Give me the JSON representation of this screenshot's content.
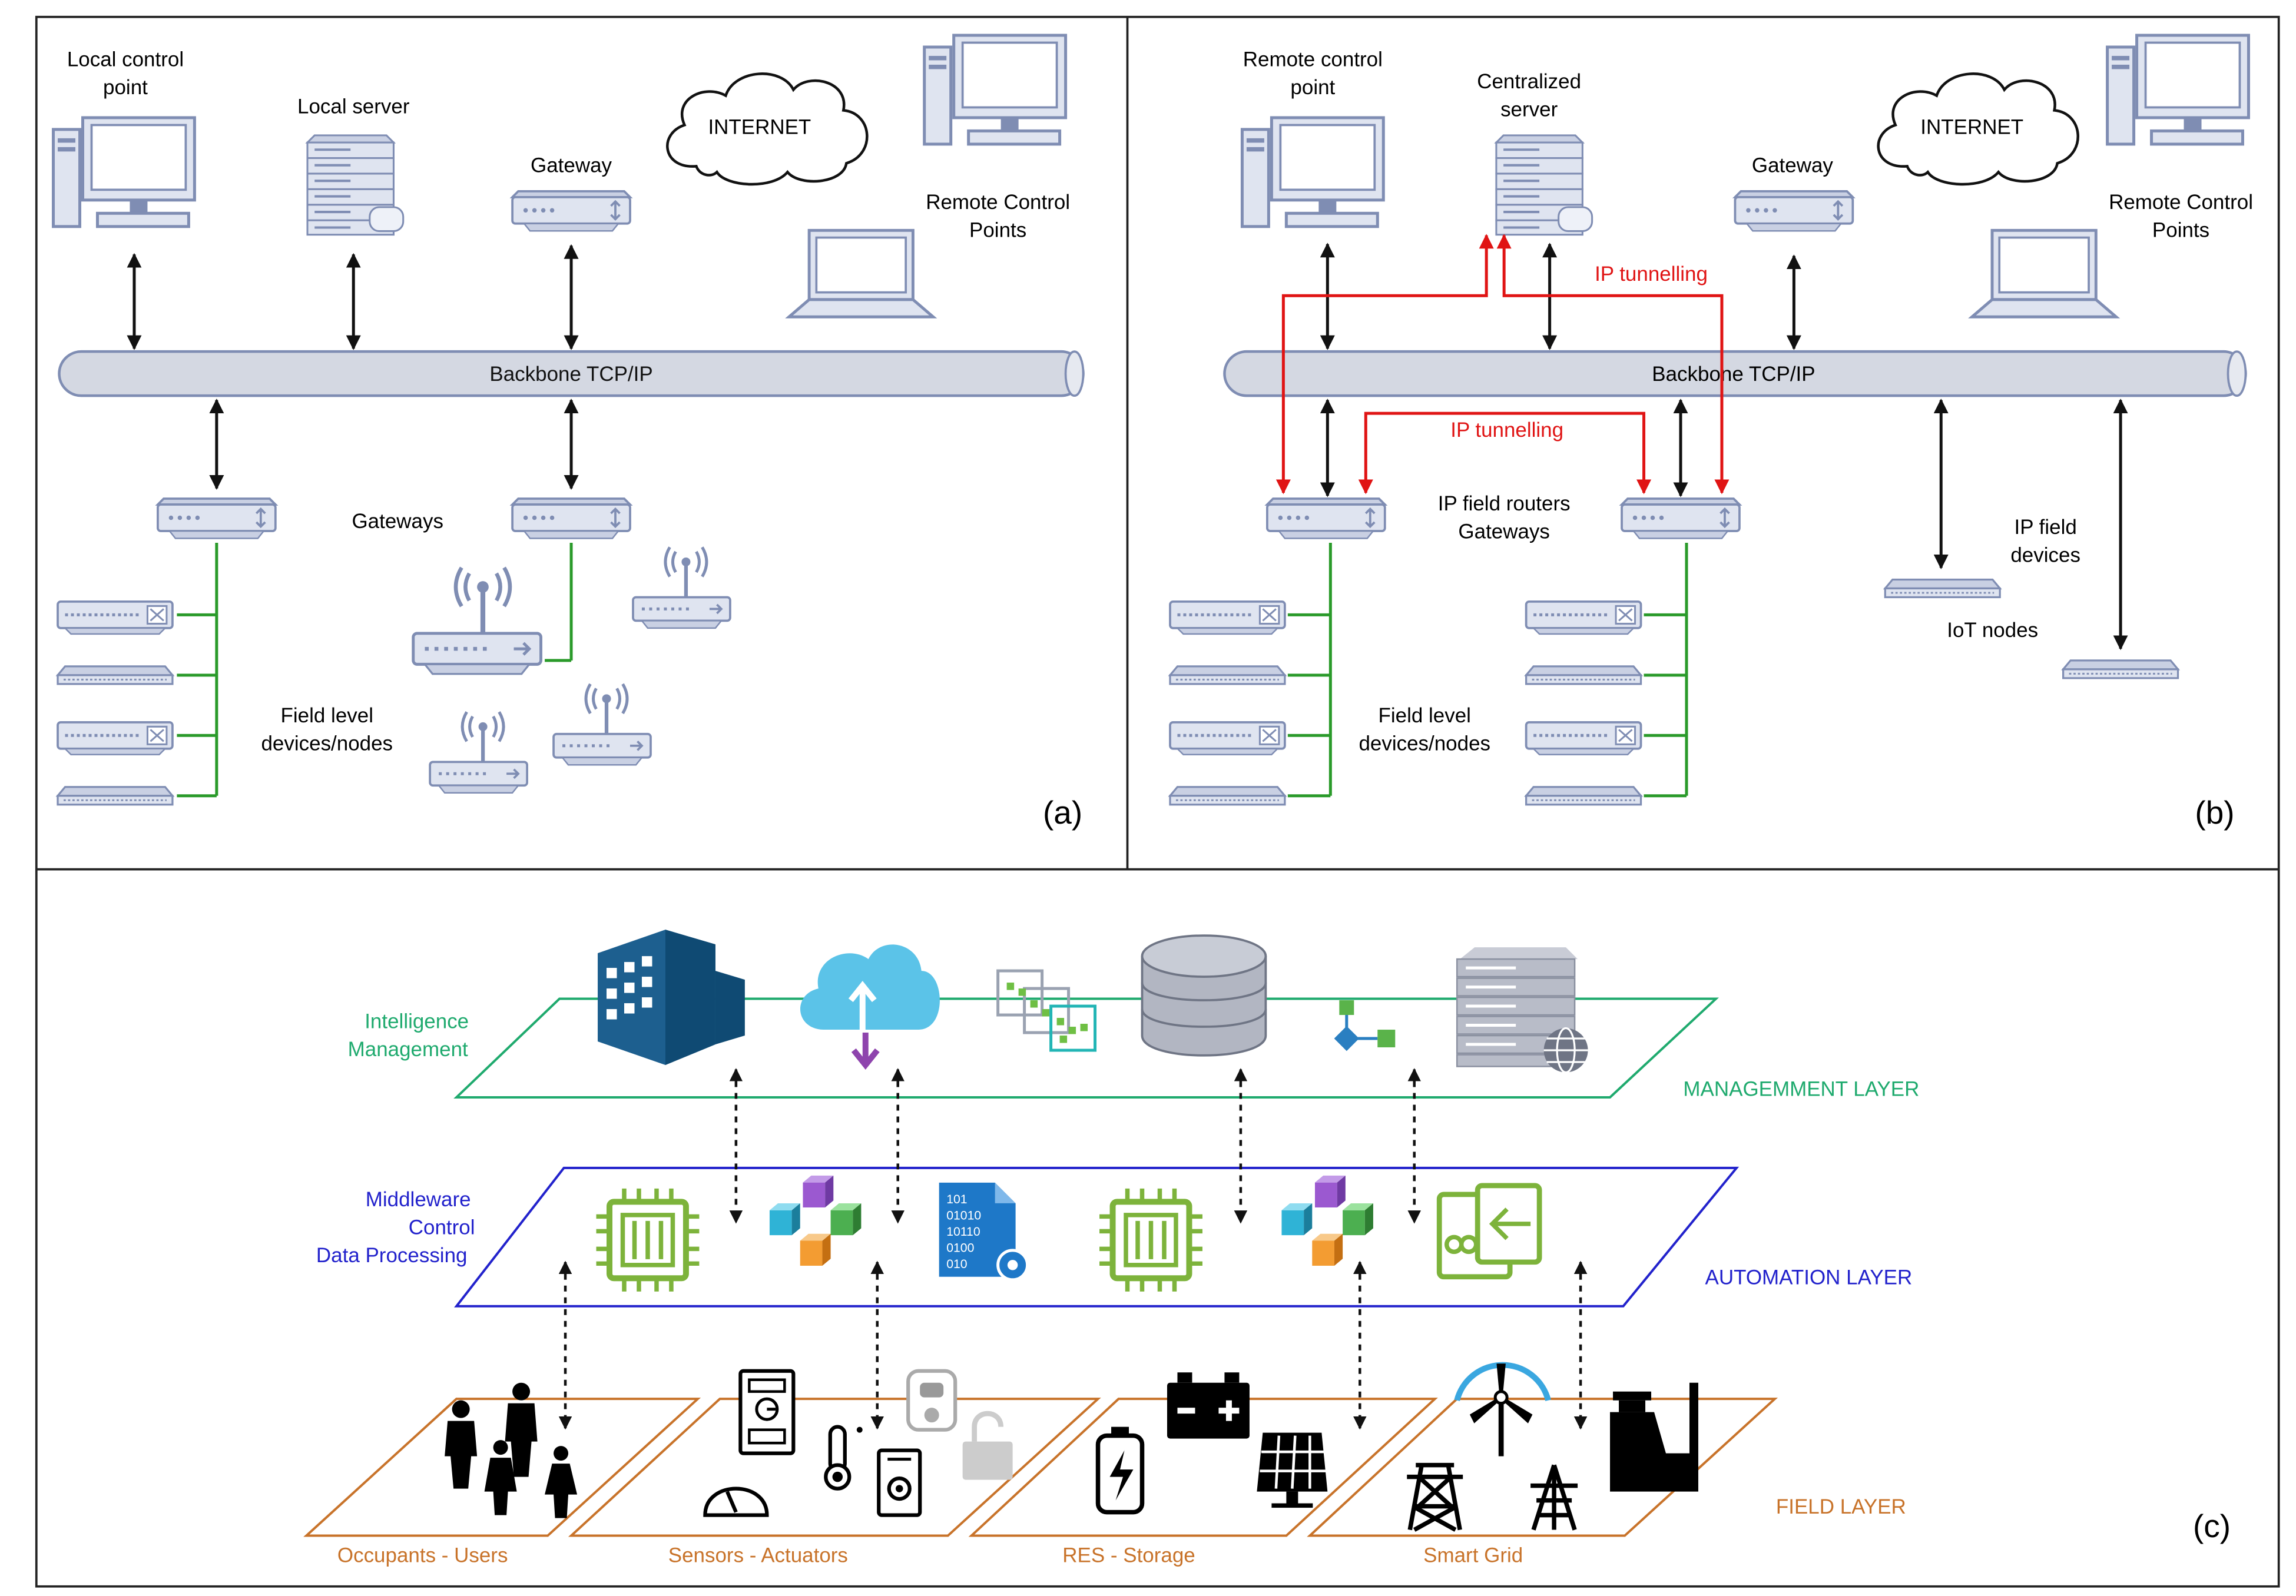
{
  "panel_a": {
    "label": "(a)",
    "local_control_point": [
      "Local control",
      "point"
    ],
    "local_server": "Local server",
    "gateway": "Gateway",
    "internet": "INTERNET",
    "remote_control_points": [
      "Remote Control",
      "Points"
    ],
    "backbone": "Backbone TCP/IP",
    "gateways": "Gateways",
    "field_level": [
      "Field level",
      "devices/nodes"
    ]
  },
  "panel_b": {
    "label": "(b)",
    "remote_control_point": [
      "Remote control",
      "point"
    ],
    "centralized_server": [
      "Centralized",
      "server"
    ],
    "gateway": "Gateway",
    "internet": "INTERNET",
    "remote_control_points": [
      "Remote Control",
      "Points"
    ],
    "backbone": "Backbone TCP/IP",
    "ip_tunnelling_top": "IP tunnelling",
    "ip_tunnelling_mid": "IP tunnelling",
    "ip_field_routers": [
      "IP field routers",
      "Gateways"
    ],
    "ip_field_devices": [
      "IP field",
      "devices"
    ],
    "iot_nodes": "IoT nodes",
    "field_level": [
      "Field level",
      "devices/nodes"
    ]
  },
  "panel_c": {
    "label": "(c)",
    "intelligence": [
      "Intelligence",
      "Management"
    ],
    "management_layer": "MANAGEMMENT LAYER",
    "middleware": [
      "Middleware",
      "Control",
      "Data Processing"
    ],
    "automation_layer": "AUTOMATION LAYER",
    "field_layer": "FIELD LAYER",
    "zones": [
      "Occupants - Users",
      "Sensors - Actuators",
      "RES - Storage",
      "Smart Grid"
    ],
    "binary_text": [
      "101",
      "01010",
      "10110",
      "0100",
      "010"
    ],
    "colors": {
      "management": "#1faa6e",
      "automation": "#2222cc",
      "field": "#c8732a",
      "tunnel": "#e01414",
      "field_link": "#2a9a2a",
      "device": "#8d9bc2"
    }
  }
}
